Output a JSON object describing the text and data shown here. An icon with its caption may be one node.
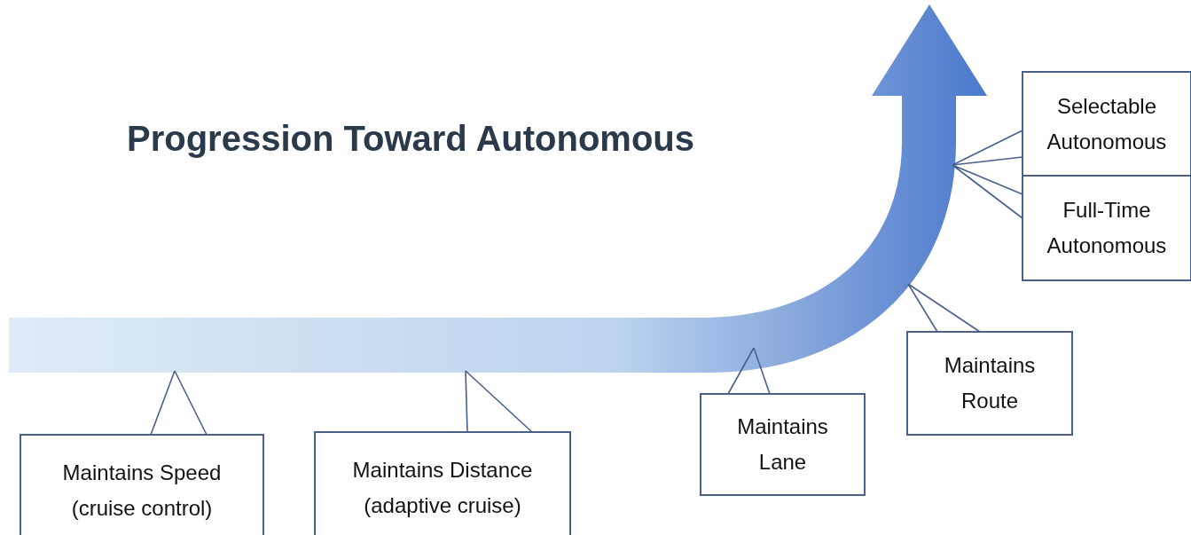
{
  "diagram": {
    "title": "Progression Toward Autonomous",
    "nodes": [
      {
        "text": [],
        "shape": "arrow"
      },
      {
        "text": [
          "Selectable Autonomous"
        ]
      },
      {
        "text": [
          "Full-Time Autonomous"
        ]
      },
      {
        "text": [
          "Maintains Speed (cruise control)"
        ]
      },
      {
        "text": [
          "Maintains Distance (adaptive cruise)"
        ]
      },
      {
        "text": [
          "Maintains Lane"
        ]
      },
      {
        "text": [
          "Maintains Route"
        ]
      }
    ],
    "edges": [
      {
        "from": 1,
        "to": 0,
        "arrow": "none"
      },
      {
        "from": 2,
        "to": 0,
        "arrow": "none"
      },
      {
        "from": 3,
        "to": 0,
        "arrow": "none"
      },
      {
        "from": 4,
        "to": 0,
        "arrow": "none"
      },
      {
        "from": 5,
        "to": 0,
        "arrow": "none"
      },
      {
        "from": 6,
        "to": 0,
        "arrow": "none"
      }
    ]
  }
}
